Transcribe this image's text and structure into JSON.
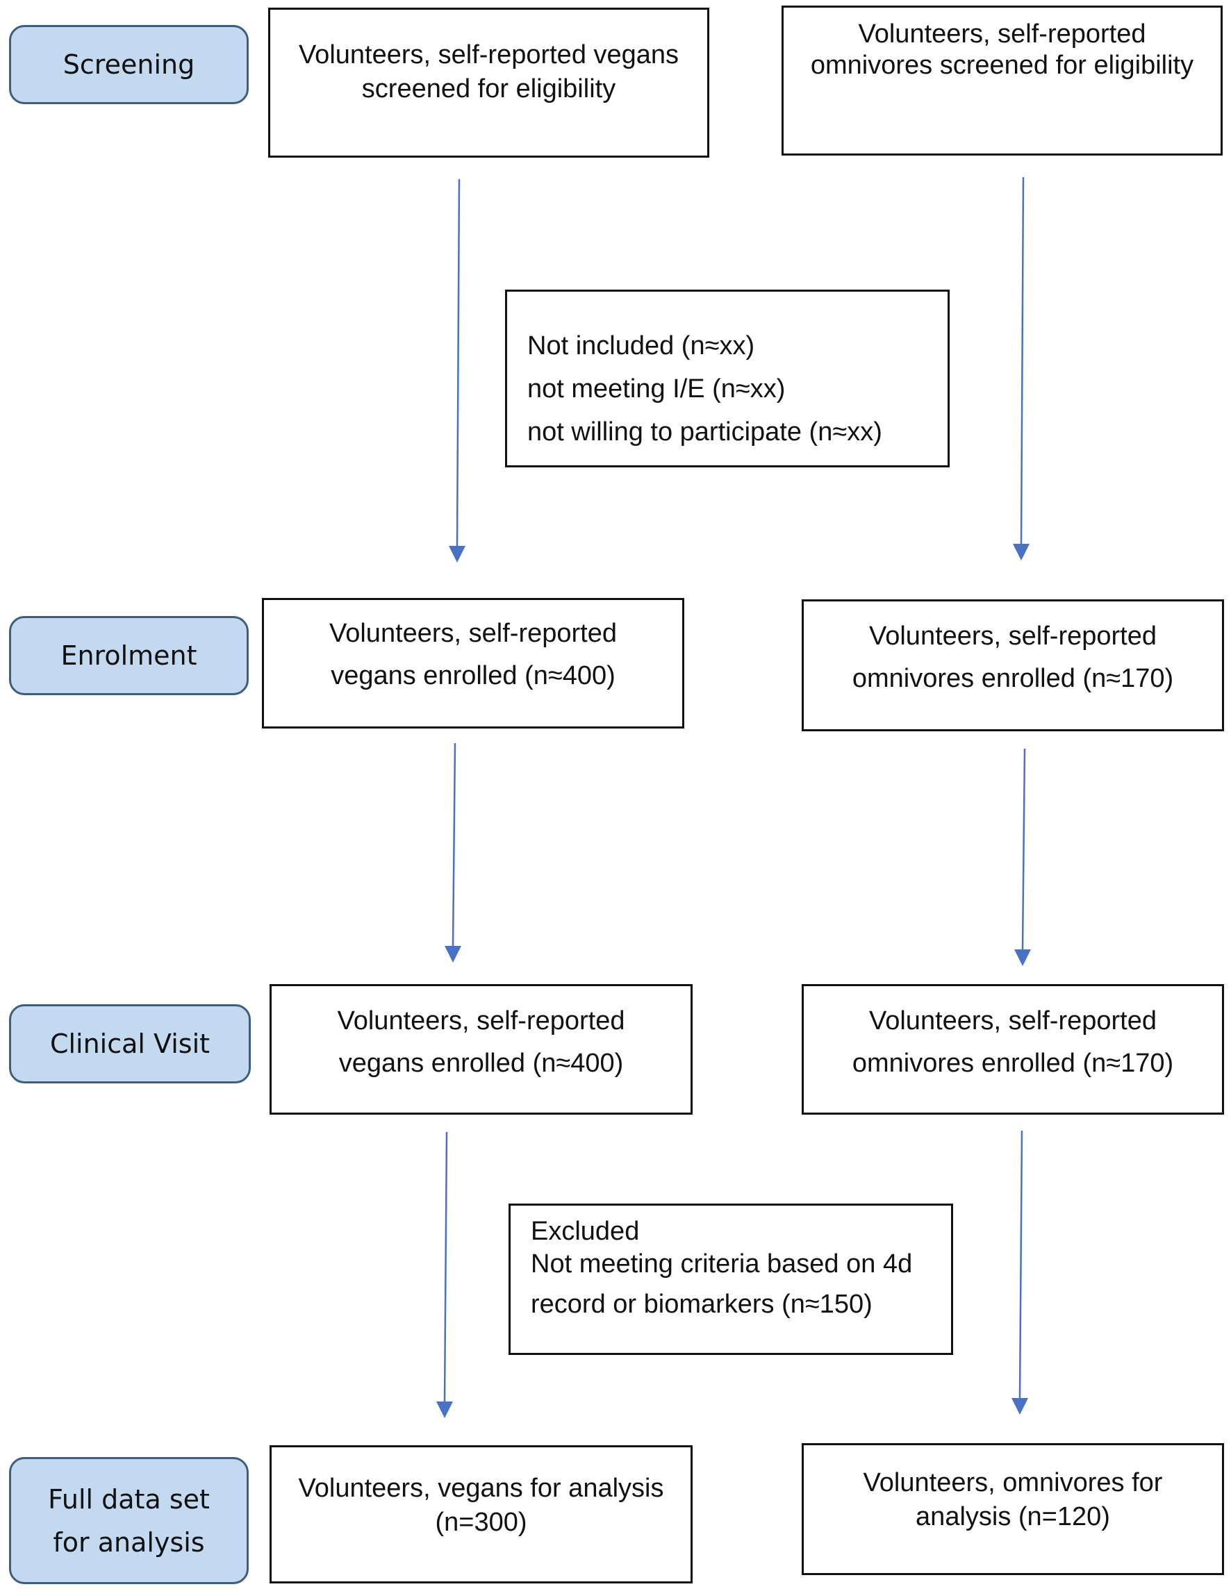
{
  "colors": {
    "stage_fill": "#c3d9ef",
    "stage_border": "#3f5d7e",
    "arrow": "#4a72c4"
  },
  "stages": {
    "screening": "Screening",
    "enrolment": "Enrolment",
    "clinical_visit": "Clinical Visit",
    "full_data_set": [
      "Full data set",
      "for analysis"
    ]
  },
  "screening": {
    "vegans": [
      "Volunteers, self-reported vegans",
      "screened for eligibility"
    ],
    "omnivores": [
      "Volunteers, self-reported",
      "omnivores screened for eligibility"
    ]
  },
  "not_included": [
    "Not included (n≈xx)",
    "not meeting I/E (n≈xx)",
    "not willing to participate (n≈xx)"
  ],
  "enrolment": {
    "vegans": [
      "Volunteers, self-reported",
      "vegans enrolled (n≈400)"
    ],
    "omnivores": [
      "Volunteers, self-reported",
      "omnivores enrolled (n≈170)"
    ]
  },
  "clinical_visit": {
    "vegans": [
      "Volunteers, self-reported",
      "vegans enrolled (n≈400)"
    ],
    "omnivores": [
      "Volunteers, self-reported",
      "omnivores enrolled (n≈170)"
    ]
  },
  "excluded": [
    "Excluded",
    "Not meeting criteria based on 4d",
    "record or biomarkers (n≈150)"
  ],
  "analysis": {
    "vegans": [
      "Volunteers, vegans for analysis",
      "(n=300)"
    ],
    "omnivores": [
      "Volunteers, omnivores for",
      "analysis (n=120)"
    ]
  }
}
